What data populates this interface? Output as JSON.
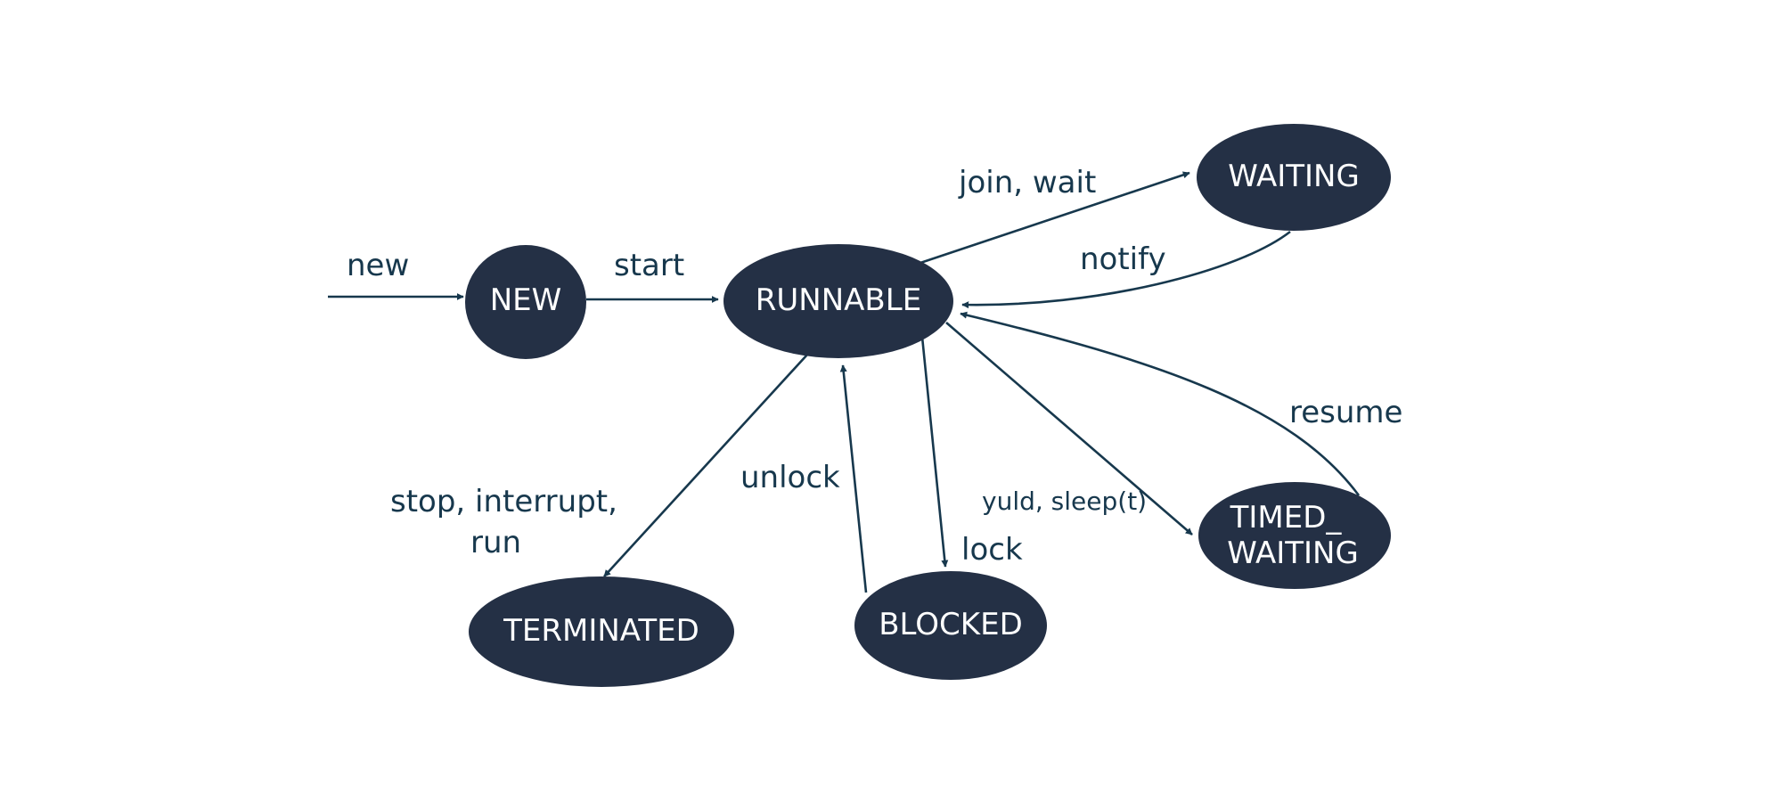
{
  "diagram": {
    "nodes": {
      "new": "NEW",
      "runnable": "RUNNABLE",
      "waiting": "WAITING",
      "timed_waiting_line1": "TIMED_",
      "timed_waiting_line2": "WAITING",
      "terminated": "TERMINATED",
      "blocked": "BLOCKED"
    },
    "edges": {
      "new": "new",
      "start": "start",
      "join_wait": "join, wait",
      "notify": "notify",
      "resume": "resume",
      "yield_sleep": "yuld, sleep(t)",
      "lock": "lock",
      "unlock": "unlock",
      "stop_line1": "stop, interrupt,",
      "stop_line2": "run"
    }
  }
}
